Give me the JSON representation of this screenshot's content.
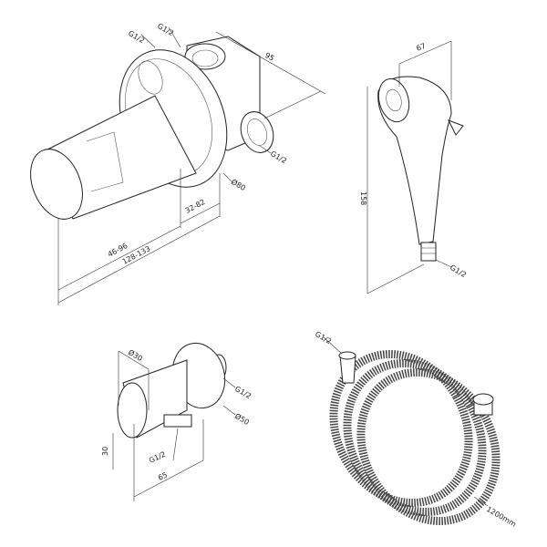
{
  "mixer": {
    "inlet_top_left": "G1/2",
    "inlet_top_right": "G1/2",
    "depth": "95",
    "outlet_side": "G1/2",
    "flange_diameter": "Ø80",
    "flange_range": "32-82",
    "handle_range": "46-96",
    "total_range": "128-133"
  },
  "hand_shower": {
    "width": "67",
    "height": "158",
    "thread": "G1/2"
  },
  "wall_outlet": {
    "diameter": "Ø30",
    "thread_back": "G1/2",
    "flange_diameter": "Ø50",
    "height": "30",
    "thread_bottom": "G1/2",
    "depth": "65"
  },
  "hose": {
    "thread": "G1/2",
    "length": "1200mm"
  }
}
